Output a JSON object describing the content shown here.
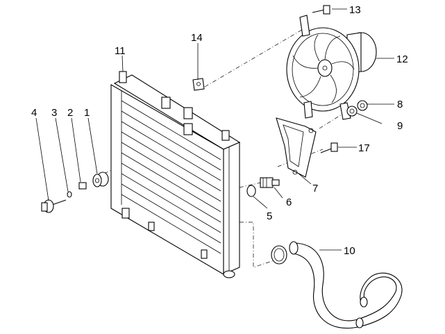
{
  "callouts": {
    "c1": "1",
    "c2": "2",
    "c3": "3",
    "c4": "4",
    "c5": "5",
    "c6": "6",
    "c7": "7",
    "c8": "8",
    "c9": "9",
    "c10": "10",
    "c11": "11",
    "c12": "12",
    "c13": "13",
    "c14": "14",
    "c17": "17"
  },
  "colors": {
    "ink": "#000000",
    "paper": "#ffffff"
  }
}
